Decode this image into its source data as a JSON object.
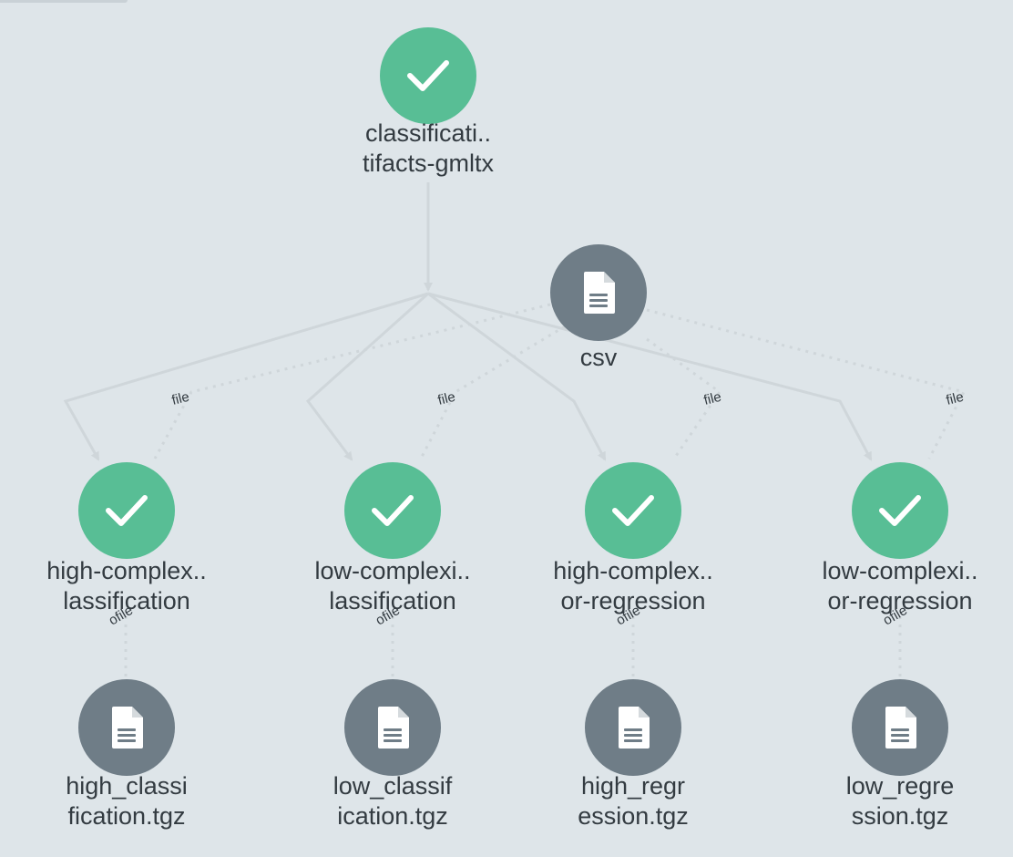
{
  "nodes": {
    "root": {
      "line1": "classificati..",
      "line2": "tifacts-gmltx",
      "status": "succeeded"
    },
    "csv": {
      "line1": "csv",
      "type": "artifact"
    },
    "task_1": {
      "line1": "high-complex..",
      "line2": "lassification",
      "status": "succeeded"
    },
    "task_2": {
      "line1": "low-complexi..",
      "line2": "lassification",
      "status": "succeeded"
    },
    "task_3": {
      "line1": "high-complex..",
      "line2": "or-regression",
      "status": "succeeded"
    },
    "task_4": {
      "line1": "low-complexi..",
      "line2": "or-regression",
      "status": "succeeded"
    },
    "out_1": {
      "line1": "high_classi",
      "line2": "fication.tgz",
      "type": "artifact"
    },
    "out_2": {
      "line1": "low_classif",
      "line2": "ication.tgz",
      "type": "artifact"
    },
    "out_3": {
      "line1": "high_regr",
      "line2": "ession.tgz",
      "type": "artifact"
    },
    "out_4": {
      "line1": "low_regre",
      "line2": "ssion.tgz",
      "type": "artifact"
    }
  },
  "edge_labels": {
    "input": "file",
    "output": "ofile"
  },
  "colors": {
    "background": "#dee5e9",
    "success": "#58be95",
    "artifact": "#6f7d87",
    "edge": "#cfd6da",
    "text": "#333b41"
  }
}
